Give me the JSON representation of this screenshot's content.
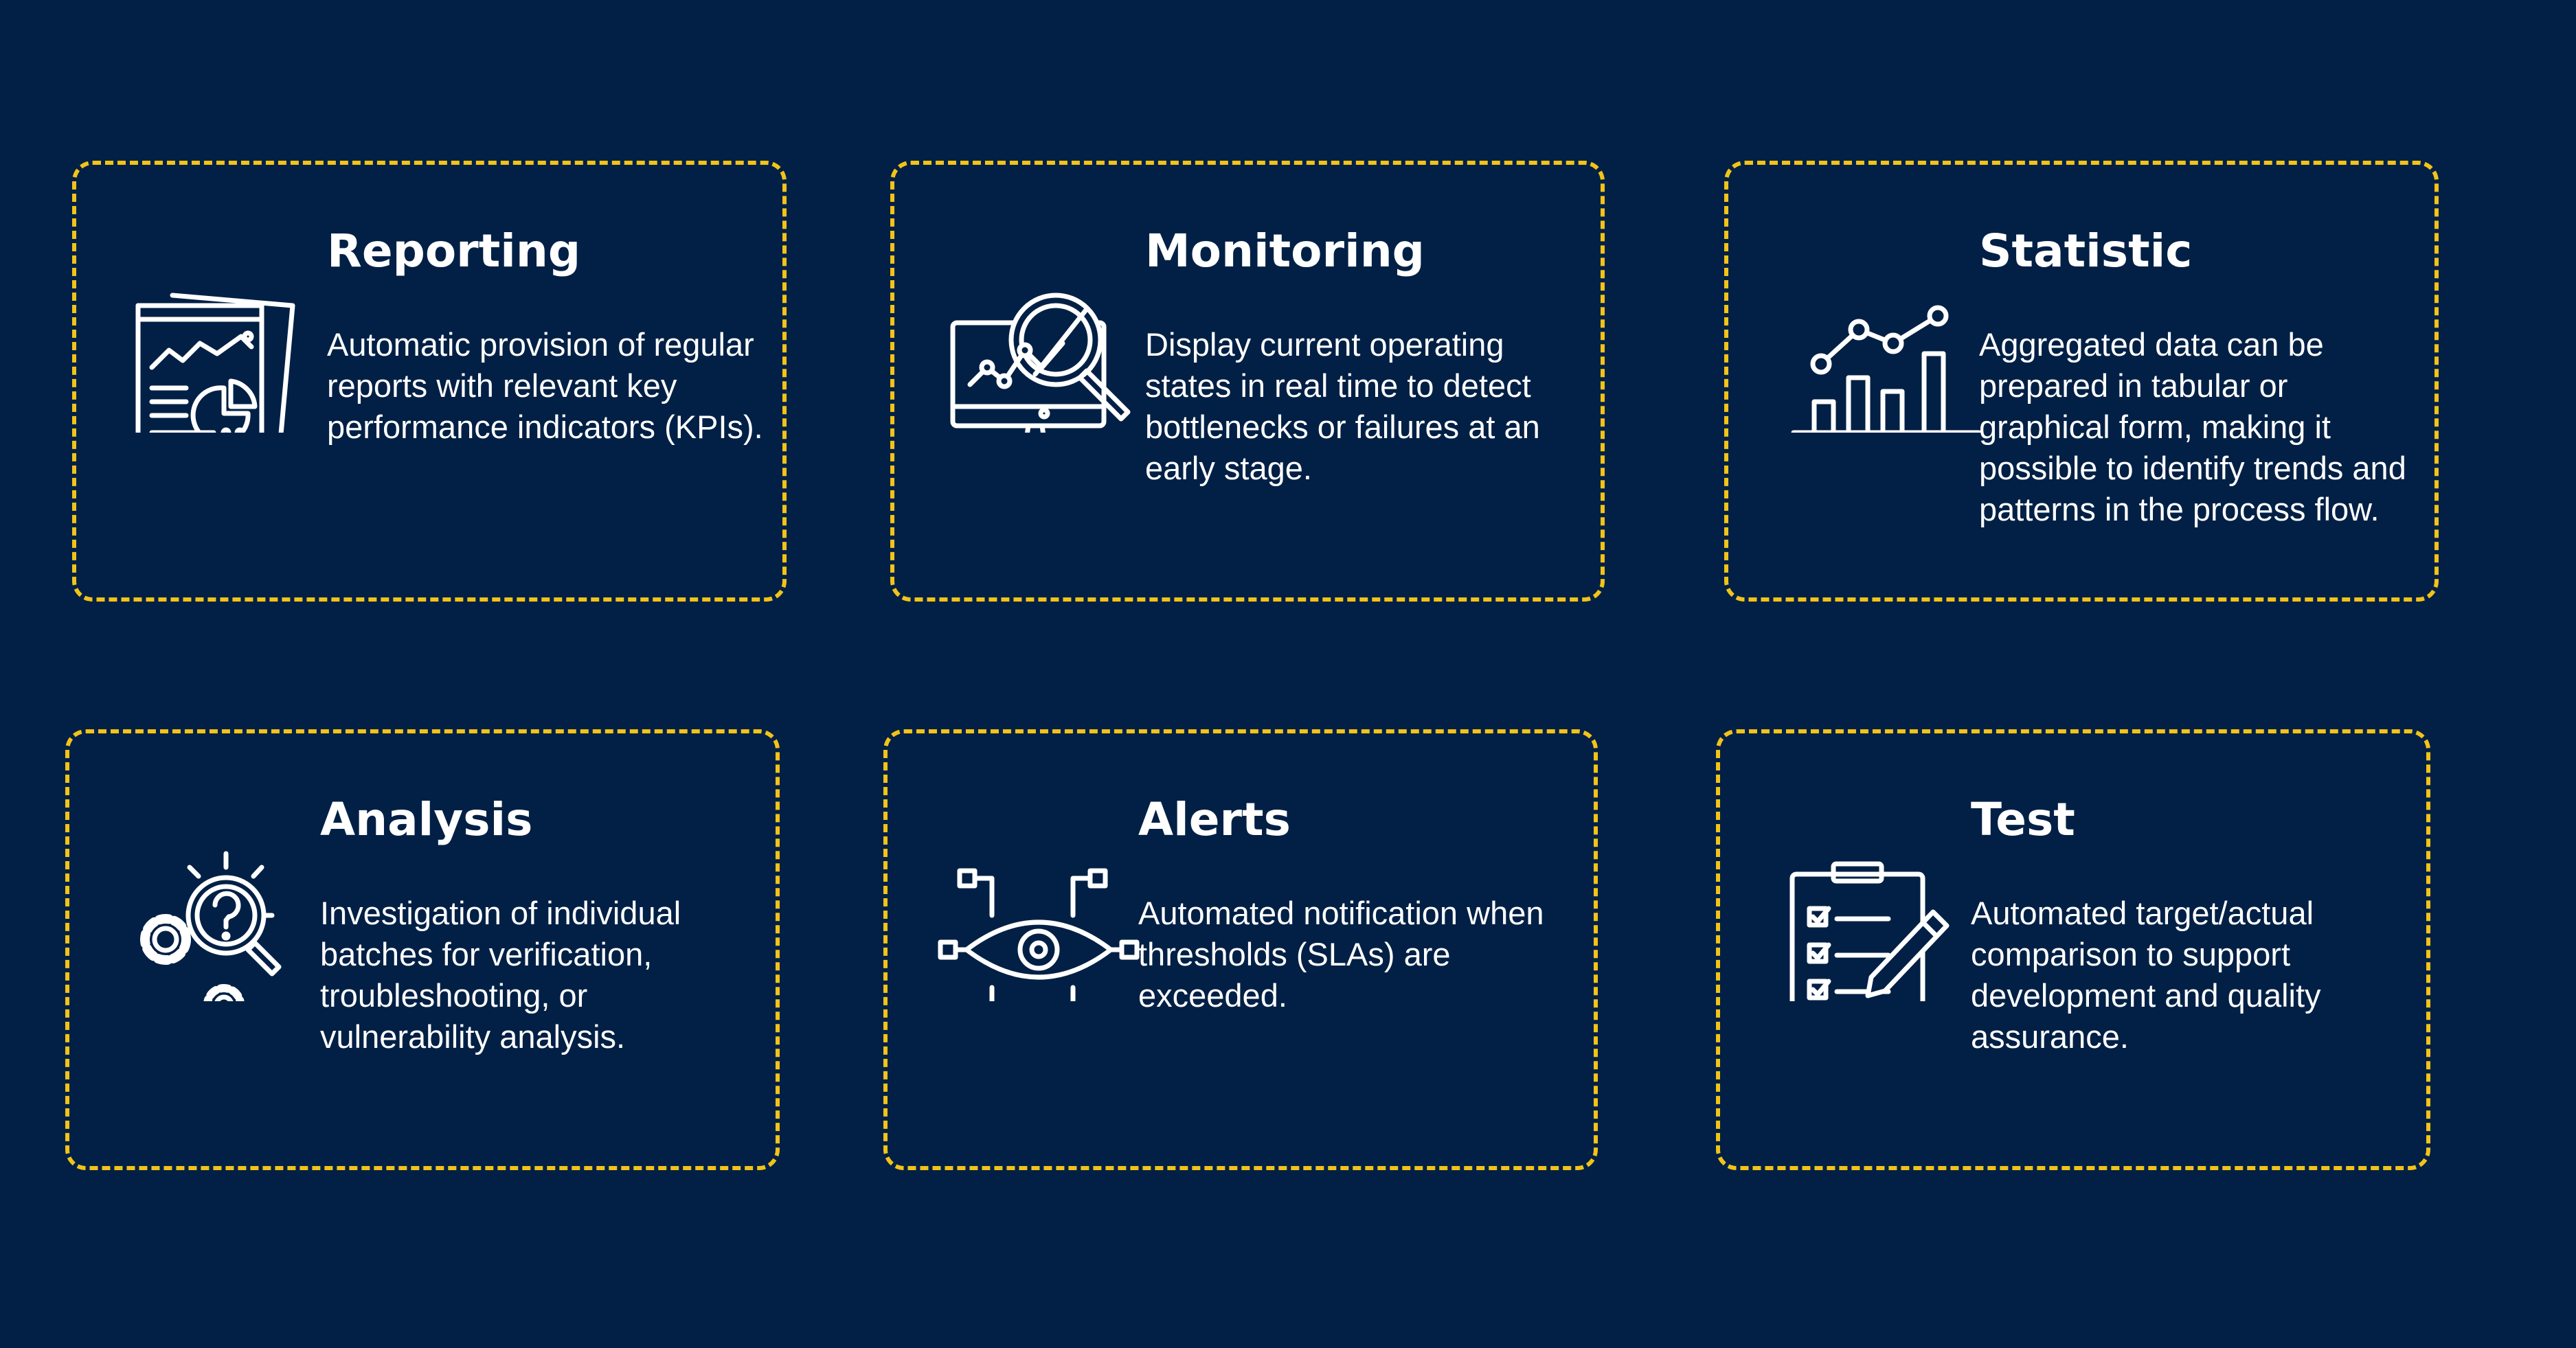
{
  "colors": {
    "background": "#022045",
    "border": "#f2c318",
    "text": "#ffffff"
  },
  "cards": [
    {
      "title": "Reporting",
      "description": "Automatic provision of regular reports with relevant key performance indicators (KPIs).",
      "icon": "report-document-icon"
    },
    {
      "title": "Monitoring",
      "description": "Display current operating states in real time to detect bottlenecks or failures at an early stage.",
      "icon": "monitor-magnifier-icon"
    },
    {
      "title": "Statistic",
      "description": "Aggregated data can be prepared in tabular or graphical form, making it possible to identify trends and patterns in the process flow.",
      "icon": "bar-line-chart-icon"
    },
    {
      "title": "Analysis",
      "description": "Investigation of individual batches for verification, troubleshooting, or vulnerability analysis.",
      "icon": "gears-magnifier-question-icon"
    },
    {
      "title": "Alerts",
      "description": "Automated notification when thresholds (SLAs) are exceeded.",
      "icon": "eye-circuit-icon"
    },
    {
      "title": "Test",
      "description": "Automated target/actual comparison to support development and quality assurance.",
      "icon": "clipboard-checklist-pencil-icon"
    }
  ]
}
